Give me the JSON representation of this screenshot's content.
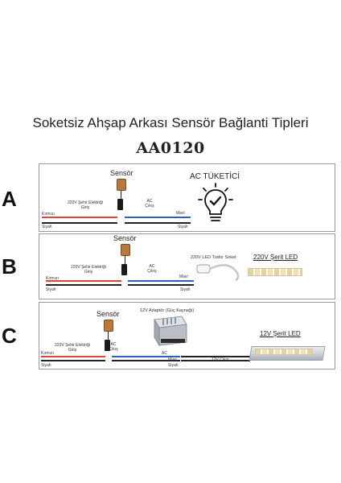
{
  "title": "Soketsiz Ahşap Arkası Sensör Bağlanti Tipleri",
  "code": "AA0120",
  "rows": [
    {
      "letter": "A",
      "sensor": "Sensör",
      "input_line1": "220V Şehir Elektriği",
      "input_line2": "Giriş",
      "ac_line1": "AC",
      "ac_line2": "Çıkış",
      "kirmizi": "Kırmızı",
      "siyah_in": "Siyah",
      "mavi": "Mavi",
      "siyah_out": "Siyah",
      "consumer": "AC TÜKETİCİ"
    },
    {
      "letter": "B",
      "sensor": "Sensör",
      "input_line1": "220V Şehir Elektriği",
      "input_line2": "Giriş",
      "ac_line1": "AC",
      "ac_line2": "Çıkış",
      "kirmizi": "Kırmızı",
      "siyah_in": "Siyah",
      "mavi": "Mavi",
      "siyah_out": "Siyah",
      "socket": "220V LED Trafor Soket",
      "led": "220V Şerit LED"
    },
    {
      "letter": "C",
      "sensor": "Sensör",
      "input_line1": "220V Şehir Elektriği",
      "input_line2": "Giriş",
      "ac_line1": "AC",
      "ac_line2": "Çıkış",
      "ac_short": "AC",
      "kirmizi": "Kırmızı",
      "siyah_in": "Siyah",
      "mavi": "Mavi",
      "siyah_out": "Siyah",
      "adaptor": "12V Adaptör (Güç Kaynağı)",
      "out12": "12V Çıkış",
      "led": "12V Şerit LED"
    }
  ],
  "colors": {
    "red_wire": "#e0433b",
    "black_wire": "#222222",
    "blue_wire": "#2e5fb8"
  },
  "icons": {
    "consumer": "lightbulb-check-icon",
    "sensor": "sensor-module-icon"
  }
}
